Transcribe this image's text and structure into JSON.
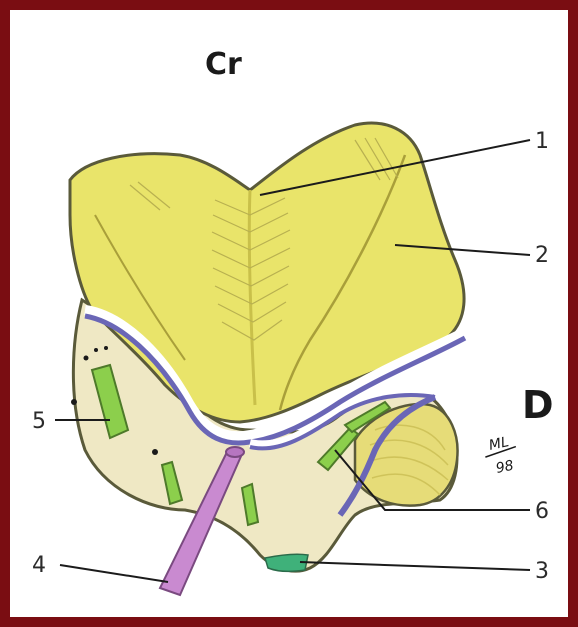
{
  "figure": {
    "orientation_label": "Cr",
    "side_label": "D",
    "signature_initials": "ML",
    "signature_year": "98",
    "callouts": [
      {
        "number": "1"
      },
      {
        "number": "2"
      },
      {
        "number": "3"
      },
      {
        "number": "4"
      },
      {
        "number": "5"
      },
      {
        "number": "6"
      }
    ]
  },
  "colors": {
    "frame_border": "#7a0d12",
    "background": "#ffffff",
    "tissue_yellow": "#e9e46a",
    "tissue_yellow_dark": "#d5cc3f",
    "base_cream": "#efe8c4",
    "vessel_blue": "#6a66b6",
    "vessel_white": "#ffffff",
    "muscle_green": "#8ccf4c",
    "pink_tube": "#c98ad0",
    "teal_band": "#3fb17a",
    "outline": "#5a5a3a"
  }
}
